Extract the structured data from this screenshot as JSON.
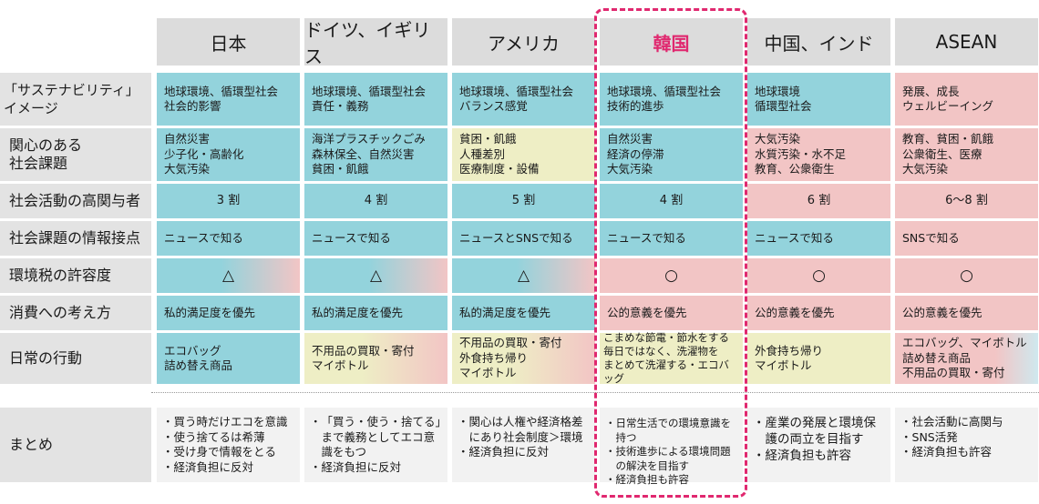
{
  "columns": [
    "日本",
    "ドイツ、イギリス",
    "アメリカ",
    "韓国",
    "中国、インド",
    "ASEAN"
  ],
  "colors": {
    "blue": "#93d3dc",
    "pink": "#f2c5c5",
    "yellow": "#eeeec5",
    "label_bg": "#e3e3e3",
    "header_bg": "#dcdcdc",
    "highlight": "#e0286f"
  },
  "rows": [
    {
      "label": "「サステナビリティ」\nイメージ",
      "cells": [
        {
          "text": "地球環境、循環型社会\n社会的影響",
          "bg": "blue"
        },
        {
          "text": "地球環境、循環型社会\n責任・義務",
          "bg": "blue"
        },
        {
          "text": "地球環境、循環型社会\nバランス感覚",
          "bg": "blue"
        },
        {
          "text": "地球環境、循環型社会\n技術的進歩",
          "bg": "blue"
        },
        {
          "text": "地球環境\n循環型社会",
          "bg": "blue"
        },
        {
          "text": "発展、成長\nウェルビーイング",
          "bg": "pink"
        }
      ]
    },
    {
      "label": "関心のある\n社会課題",
      "cells": [
        {
          "text": "自然災害\n少子化・高齢化\n大気汚染",
          "bg": "blue"
        },
        {
          "text": "海洋プラスチックごみ\n森林保全、自然災害\n貧困・飢餓",
          "bg": "blue"
        },
        {
          "text": "貧困・飢餓\n人種差別\n医療制度・設備",
          "bg": "yellow"
        },
        {
          "text": "自然災害\n経済の停滞\n大気汚染",
          "bg": "blue"
        },
        {
          "text": "大気汚染\n水質汚染・水不足\n教育、公衆衛生",
          "bg": "pink"
        },
        {
          "text": "教育、貧困・飢餓\n公衆衛生、医療\n大気汚染",
          "bg": "pink"
        }
      ]
    },
    {
      "label": "社会活動の高関与者",
      "cells": [
        {
          "text": "3 割",
          "bg": "blue"
        },
        {
          "text": "4 割",
          "bg": "blue"
        },
        {
          "text": "5 割",
          "bg": "blue"
        },
        {
          "text": "4 割",
          "bg": "blue"
        },
        {
          "text": "6 割",
          "bg": "pink"
        },
        {
          "text": "6〜8 割",
          "bg": "pink"
        }
      ]
    },
    {
      "label": "社会課題の情報接点",
      "cells": [
        {
          "text": "ニュースで知る",
          "bg": "blue"
        },
        {
          "text": "ニュースで知る",
          "bg": "blue"
        },
        {
          "text": "ニュースとSNSで知る",
          "bg": "blue"
        },
        {
          "text": "ニュースで知る",
          "bg": "blue"
        },
        {
          "text": "ニュースで知る",
          "bg": "blue"
        },
        {
          "text": "SNSで知る",
          "bg": "pink"
        }
      ]
    },
    {
      "label": "環境税の許容度",
      "cells": [
        {
          "text": "△",
          "bg": "grad-bp"
        },
        {
          "text": "△",
          "bg": "grad-bp"
        },
        {
          "text": "△",
          "bg": "grad-bp"
        },
        {
          "text": "○",
          "bg": "pink"
        },
        {
          "text": "○",
          "bg": "pink"
        },
        {
          "text": "○",
          "bg": "pink"
        }
      ]
    },
    {
      "label": "消費への考え方",
      "cells": [
        {
          "text": "私的満足度を優先",
          "bg": "blue"
        },
        {
          "text": "私的満足度を優先",
          "bg": "blue"
        },
        {
          "text": "私的満足度を優先",
          "bg": "blue"
        },
        {
          "text": "公的意義を優先",
          "bg": "pink"
        },
        {
          "text": "公的意義を優先",
          "bg": "pink"
        },
        {
          "text": "公的意義を優先",
          "bg": "pink"
        }
      ]
    },
    {
      "label": "日常の行動",
      "cells": [
        {
          "text": "エコバッグ\n詰め替え商品",
          "bg": "blue"
        },
        {
          "text": "不用品の買取・寄付\nマイボトル",
          "bg": "grad-yp"
        },
        {
          "text": "不用品の買取・寄付\n外食持ち帰り\nマイボトル",
          "bg": "grad-yp"
        },
        {
          "text": "こまめな節電・節水をする\n毎日ではなく、洗濯物を\nまとめて洗濯する・エコバッグ",
          "bg": "yellow"
        },
        {
          "text": "外食持ち帰り\nマイボトル",
          "bg": "yellow"
        },
        {
          "text": "エコバッグ、マイボトル\n詰め替え商品\n不用品の買取・寄付",
          "bg": "grad-pb"
        }
      ]
    }
  ],
  "summary": {
    "label": "まとめ",
    "cells": [
      [
        "買う時だけエコを意識",
        "使う捨てるは希薄",
        "受け身で情報をとる",
        "経済負担に反対"
      ],
      [
        "「買う・使う・捨てる」まで義務としてエコ意識をもつ",
        "経済負担に反対"
      ],
      [
        "関心は人権や経済格差にあり社会制度＞環境",
        "経済負担に反対"
      ],
      [
        "日常生活での環境意識を持つ",
        "技術進歩による環境問題の解決を目指す",
        "経済負担も許容"
      ],
      [
        "産業の発展と環境保護の両立を目指す",
        "経済負担も許容"
      ],
      [
        "社会活動に高関与",
        "SNS活発",
        "経済負担も許容"
      ]
    ]
  }
}
